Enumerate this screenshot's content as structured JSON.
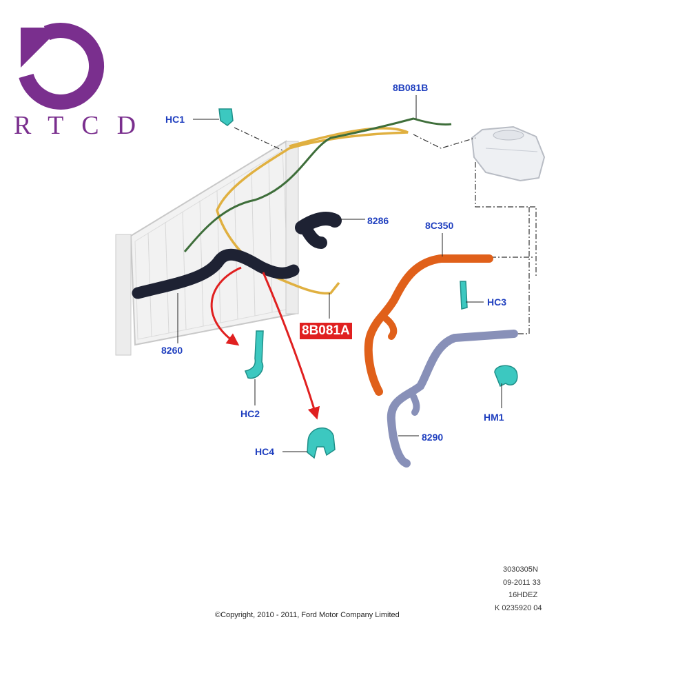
{
  "logo": {
    "text": "RTCD",
    "icon": "restart-arrow-icon",
    "color": "#7a2f8e"
  },
  "callouts": {
    "hc1": "HC1",
    "b8b081b": "8B081B",
    "c8286": "8286",
    "c8c350": "8C350",
    "hc3": "HC3",
    "c8260": "8260",
    "c8b081a": "8B081A",
    "hc2": "HC2",
    "hm1": "HM1",
    "c8290": "8290",
    "hc4": "HC4"
  },
  "reference": {
    "line1": "3030305N",
    "line2": "09-2011 33",
    "line3": "16HDEZ",
    "line4": "K 0235920 04"
  },
  "copyright": "©Copyright, 2010 - 2011, Ford Motor Company Limited",
  "colors": {
    "label": "#1f3fbf",
    "highlight": "#e02020",
    "clip": "#3cc8c0",
    "orange_hose": "#e0601a",
    "grey_hose": "#8890b8",
    "black_hose": "#1e2233",
    "yellow_line": "#e0b040",
    "green_line": "#3e6e3a"
  }
}
